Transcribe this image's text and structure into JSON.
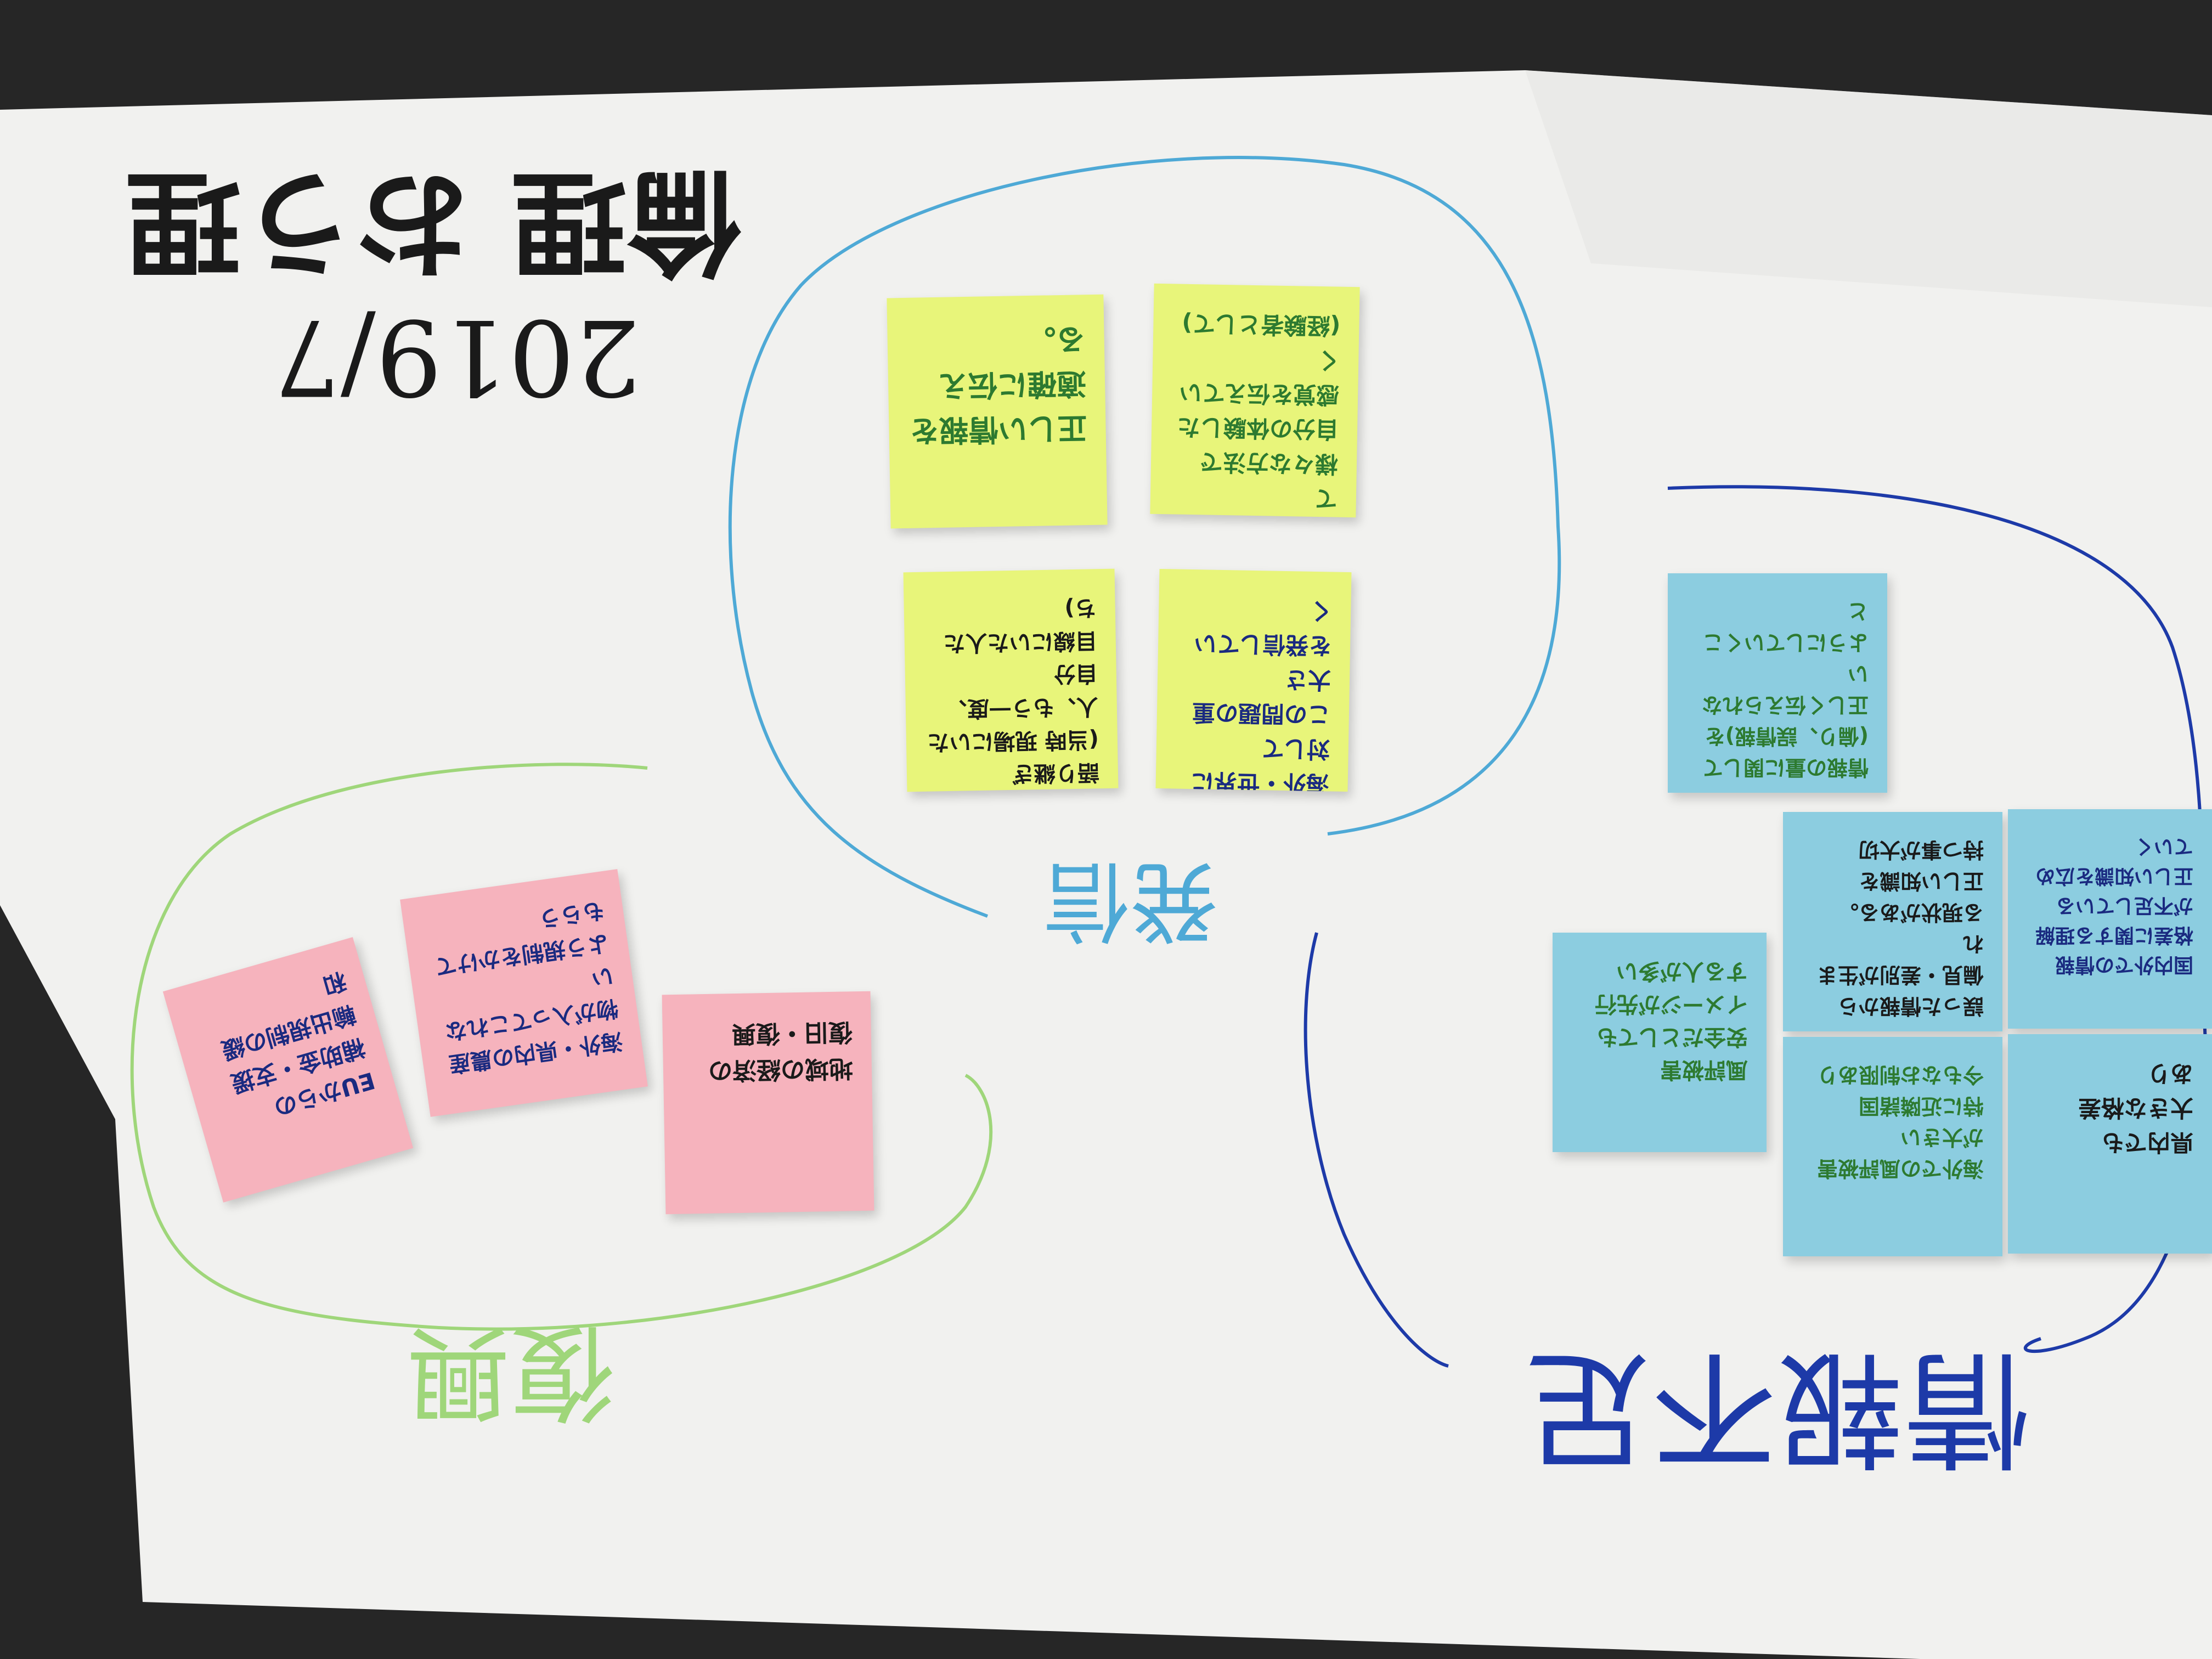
{
  "board": {
    "title": "倫理 おう理",
    "date": "2019/7",
    "colors": {
      "paper": "#f1f1ef",
      "background": "#262626",
      "yellow_note": "#e8f57a",
      "pink_note": "#f6b3bd",
      "blue_note": "#8ccde0",
      "green_ink": "#9fd67a",
      "cyan_ink": "#4ea9d6",
      "navy_ink": "#1d3aa8",
      "black_ink": "#1a1a1a"
    }
  },
  "clusters": {
    "top": {
      "label": "発信",
      "color": "#4ea9d6",
      "notes": [
        {
          "text": "正しい情報を\n適確に伝える。"
        },
        {
          "text": "実際に経験\nできない人として\n様々な方法で\n自分の体験した\n感覚を伝えていく\n(経験者として)"
        },
        {
          "text": "語り継ぎ\n(当時 現場にいた\n人、もう一度、自分\n目線にいた人たち)"
        },
        {
          "text": "海外・世界に対して\nこの問題の重大さ\nを発信していく"
        }
      ]
    },
    "left": {
      "label": "復興",
      "color": "#9fd67a",
      "notes": [
        {
          "text": "EUからの\n補助金・支援\n輸出規制の緩和"
        },
        {
          "text": "海外・県内の農産\n物が入ってこれない\nよう規制をかけて\nもらう"
        },
        {
          "text": "地域の経済の\n復旧・復興"
        }
      ]
    },
    "right": {
      "label": "情報不足",
      "color": "#1d3aa8",
      "notes": [
        {
          "text": "情報の量に関して\n(偏り、誤情報)を\n正しく伝えられない\nようにしていくこと"
        },
        {
          "text": "誤った情報から\n偏見・差別が生まれ\nる現状がある。\n正しい知識を\n持つ事が大切"
        },
        {
          "text": "国内外での情報\n格差に関する理解\nが不足している\n正しい知識を広めていく"
        },
        {
          "text": "風評被害\n安全だとしても\nイメージが先行\nする人が多い"
        },
        {
          "text": "海外での風評被害\nが大きい\n特に近隣諸国\n今もなお制限あり"
        },
        {
          "text": "県内でも\n大きな格差\nあり"
        }
      ]
    }
  }
}
